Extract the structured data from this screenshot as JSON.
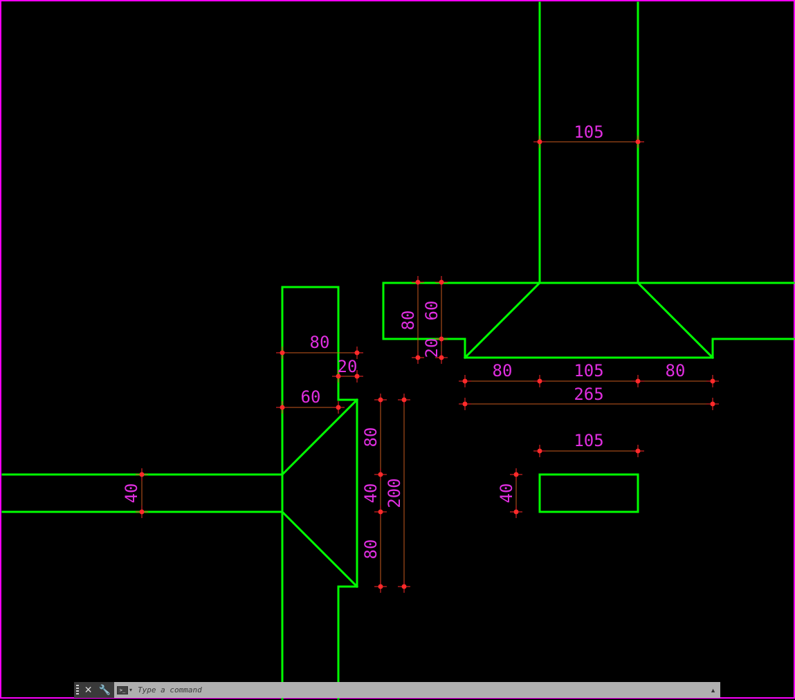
{
  "drawing": {
    "background": "#000000",
    "viewport_border": "#ff00ff",
    "geometry_color": "#00ff00",
    "dimension_line_color": "#c85a1e",
    "dimension_text_color": "#e02ee0",
    "grip_color": "#ff2a2a",
    "dimensions": {
      "d_top_column": "105",
      "d_flange_height": "80",
      "d_flange_top": "60",
      "d_flange_step": "20",
      "d_wall_80": "80",
      "d_wall_20": "20",
      "d_wall_60": "60",
      "d_beam_40_left": "40",
      "d_haunch_80_top": "80",
      "d_haunch_40": "40",
      "d_haunch_80_bottom": "80",
      "d_haunch_total": "200",
      "d_base_80_left": "80",
      "d_base_105": "105",
      "d_base_80_right": "80",
      "d_base_total": "265",
      "d_rect_width": "105",
      "d_rect_height": "40"
    }
  },
  "command_line": {
    "close_label": "✕",
    "customize_label": "🔧",
    "prompt_icon": "command-prompt-icon",
    "dropdown_label": "▾",
    "placeholder": "Type a command",
    "history_label": "▲"
  }
}
